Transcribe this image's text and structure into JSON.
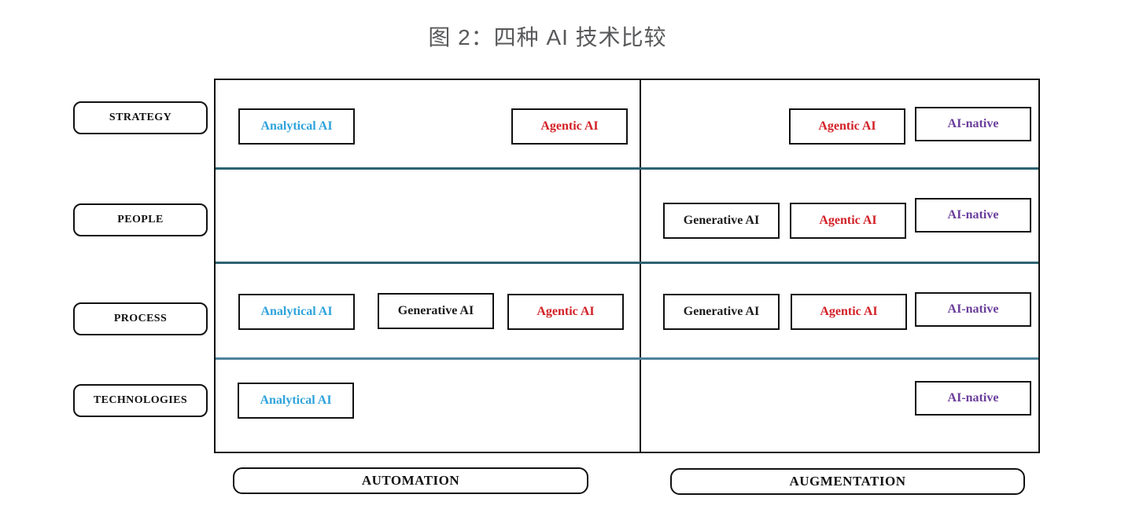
{
  "figure": {
    "title": "图 2：四种 AI 技术比较",
    "title_color": "#58595B"
  },
  "tech_types": {
    "analytical": {
      "label": "Analytical AI",
      "color": "#2FA3DC"
    },
    "generative": {
      "label": "Generative AI",
      "color": "#1B1B1B"
    },
    "agentic": {
      "label": "Agentic AI",
      "color": "#D22127"
    },
    "ai_native": {
      "label": "AI-native",
      "color": "#6B3E9B"
    }
  },
  "matrix": {
    "row_labels": [
      "STRATEGY",
      "PEOPLE",
      "PROCESS",
      "TECHNOLOGIES"
    ],
    "column_labels": [
      "AUTOMATION",
      "AUGMENTATION"
    ],
    "divider_colors": [
      "#2D6272",
      "#2D6272",
      "#4E8299"
    ],
    "rows": [
      {
        "label": "STRATEGY",
        "automation": [
          {
            "label": "Analytical AI",
            "color": "#2FA3DC"
          },
          {
            "label": "Agentic AI",
            "color": "#D22127"
          }
        ],
        "augmentation": [
          {
            "label": "Agentic AI",
            "color": "#D22127"
          },
          {
            "label": "AI-native",
            "color": "#6B3E9B"
          }
        ]
      },
      {
        "label": "PEOPLE",
        "automation": [],
        "augmentation": [
          {
            "label": "Generative AI",
            "color": "#1B1B1B"
          },
          {
            "label": "Agentic AI",
            "color": "#D22127"
          },
          {
            "label": "AI-native",
            "color": "#6B3E9B"
          }
        ]
      },
      {
        "label": "PROCESS",
        "automation": [
          {
            "label": "Analytical AI",
            "color": "#2FA3DC"
          },
          {
            "label": "Generative AI",
            "color": "#1B1B1B"
          },
          {
            "label": "Agentic AI",
            "color": "#D22127"
          }
        ],
        "augmentation": [
          {
            "label": "Generative AI",
            "color": "#1B1B1B"
          },
          {
            "label": "Agentic AI",
            "color": "#D22127"
          },
          {
            "label": "AI-native",
            "color": "#6B3E9B"
          }
        ]
      },
      {
        "label": "TECHNOLOGIES",
        "automation": [
          {
            "label": "Analytical AI",
            "color": "#2FA3DC"
          }
        ],
        "augmentation": [
          {
            "label": "AI-native",
            "color": "#6B3E9B"
          }
        ]
      }
    ]
  }
}
